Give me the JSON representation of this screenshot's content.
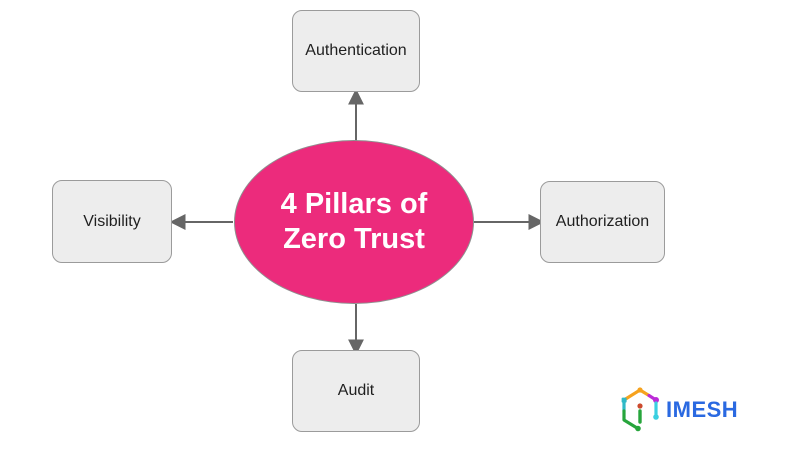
{
  "page": {
    "background": "#FFFFFF"
  },
  "diagram": {
    "center": {
      "title_line1": "4 Pillars of",
      "title_line2": "Zero Trust",
      "fill": "#EC2B7C",
      "text_color": "#FFFFFF"
    },
    "nodes": {
      "top": {
        "label": "Authentication"
      },
      "right": {
        "label": "Authorization"
      },
      "bottom": {
        "label": "Audit"
      },
      "left": {
        "label": "Visibility"
      }
    },
    "node_style": {
      "fill": "#EDEDED",
      "border": "#9B9B9B",
      "text_color": "#1F1F1F"
    },
    "arrow_color": "#666666"
  },
  "logo": {
    "text": "IMESH",
    "text_color": "#2A69E1",
    "icon_colors": {
      "orange": "#F6A21E",
      "magenta": "#BC2AD8",
      "teal": "#2FB9C7",
      "cyan": "#3ACFE0",
      "green": "#27A53C",
      "red": "#CC4A2E"
    }
  }
}
